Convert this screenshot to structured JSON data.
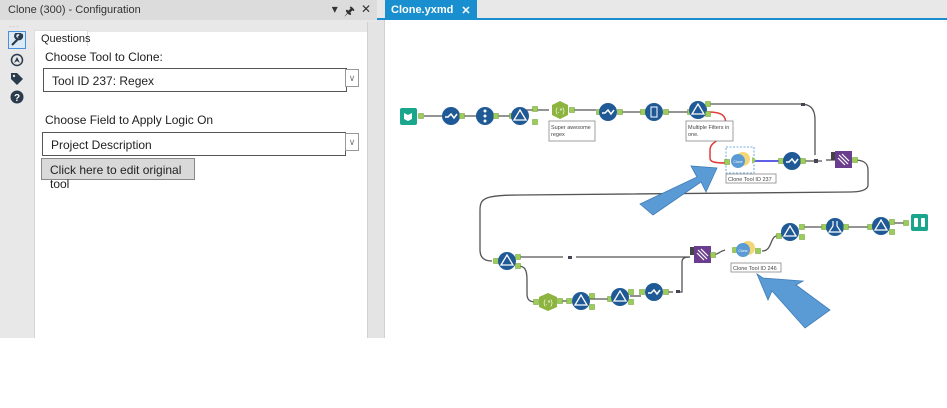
{
  "config_panel": {
    "title": "Clone (300) - Configuration",
    "header_buttons": [
      "▾",
      "⊥",
      "✕"
    ],
    "sidebar_icons": [
      "wrench-icon",
      "compass-icon",
      "tag-icon",
      "help-icon"
    ],
    "tab": "Questions",
    "tool_label": "Choose Tool to Clone:",
    "tool_value": "Tool ID 237: Regex",
    "field_label": "Choose Field to Apply Logic On",
    "field_value": "Project Description",
    "edit_button": "Click here to edit original tool"
  },
  "canvas": {
    "tab_title": "Clone.yxmd",
    "tab_close": "✕",
    "annotations": {
      "regex": [
        "Super awesome",
        "regex"
      ],
      "filter": [
        "Multiple Filters in",
        "one."
      ],
      "clone1": "Clone Tool ID 237",
      "clone2": "Clone Tool ID 246",
      "clone_glyph": "Clone"
    },
    "colors": {
      "tool_blue": "#1f5a96",
      "regex_green": "#8db43e",
      "input_teal": "#1aa68c",
      "purple": "#6b3d8f",
      "clone_blue": "#5b9bd5",
      "clone_yellow": "#f5d676",
      "arrow_blue": "#5b9bd5",
      "red_wire": "#e23a3a",
      "blue_wire": "#2a2ae0"
    }
  }
}
